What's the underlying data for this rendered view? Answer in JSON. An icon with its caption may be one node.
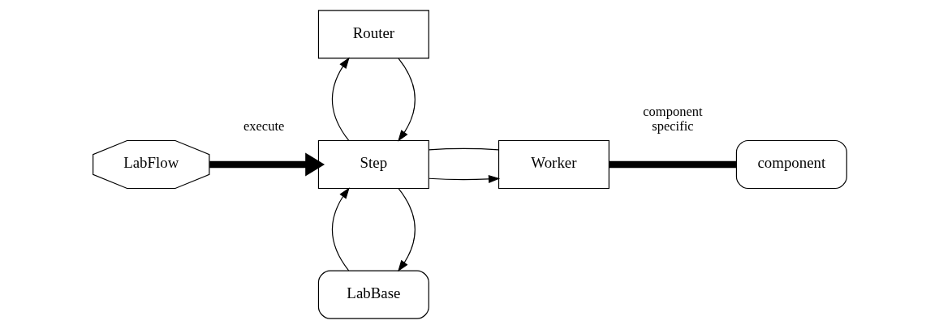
{
  "diagram": {
    "nodes": [
      {
        "text": [
          "LabFlow"
        ]
      },
      {
        "text": [
          "Router"
        ]
      },
      {
        "text": [
          "Step"
        ]
      },
      {
        "text": [
          "LabBase"
        ]
      },
      {
        "text": [
          "Worker"
        ]
      },
      {
        "text": [
          "component"
        ]
      }
    ],
    "edges": [
      {
        "from": 0,
        "to": 2,
        "arrow": "to",
        "style": "thick",
        "label": "execute"
      },
      {
        "from": 1,
        "to": 2,
        "arrow": "to"
      },
      {
        "from": 2,
        "to": 3,
        "arrow": "to"
      },
      {
        "from": 2,
        "to": 1,
        "arrow": "to"
      },
      {
        "from": 3,
        "to": 2,
        "arrow": "to"
      },
      {
        "from": 4,
        "to": 2,
        "arrow": "none"
      },
      {
        "from": 2,
        "to": 4,
        "arrow": "to"
      },
      {
        "from": 4,
        "to": 5,
        "arrow": "none",
        "style": "thick",
        "label": "component specific"
      }
    ]
  }
}
